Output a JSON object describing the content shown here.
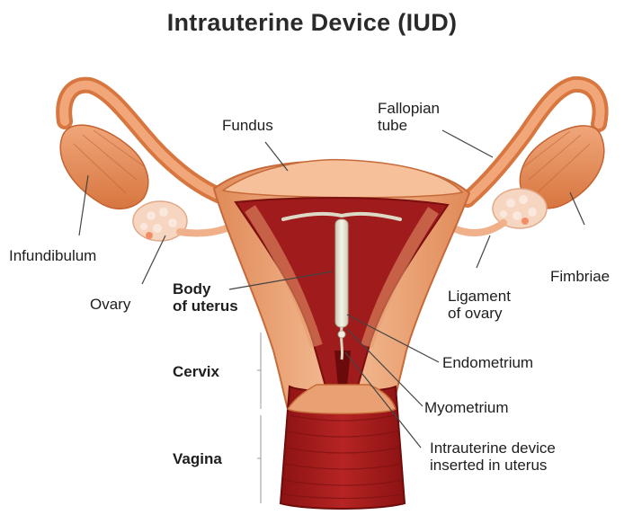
{
  "title": "Intrauterine Device (IUD)",
  "colors": {
    "tissue_light": "#f2b58c",
    "tissue_mid": "#e8905e",
    "tissue_dark": "#d27244",
    "cavity": "#9e1a1a",
    "cavity_dark": "#7a0f0f",
    "ovary": "#f7dccb",
    "device": "#e6e4d0",
    "leader": "#444444"
  },
  "labels": {
    "fundus": "Fundus",
    "fallopian_tube": "Fallopian\ntube",
    "infundibulum": "Infundibulum",
    "ovary": "Ovary",
    "fimbriae": "Fimbriae",
    "body_of_uterus": "Body\nof uterus",
    "ligament_of_ovary": "Ligament\nof ovary",
    "cervix": "Cervix",
    "endometrium": "Endometrium",
    "myometrium": "Myometrium",
    "vagina": "Vagina",
    "iud": "Intrauterine device\ninserted in uterus"
  }
}
